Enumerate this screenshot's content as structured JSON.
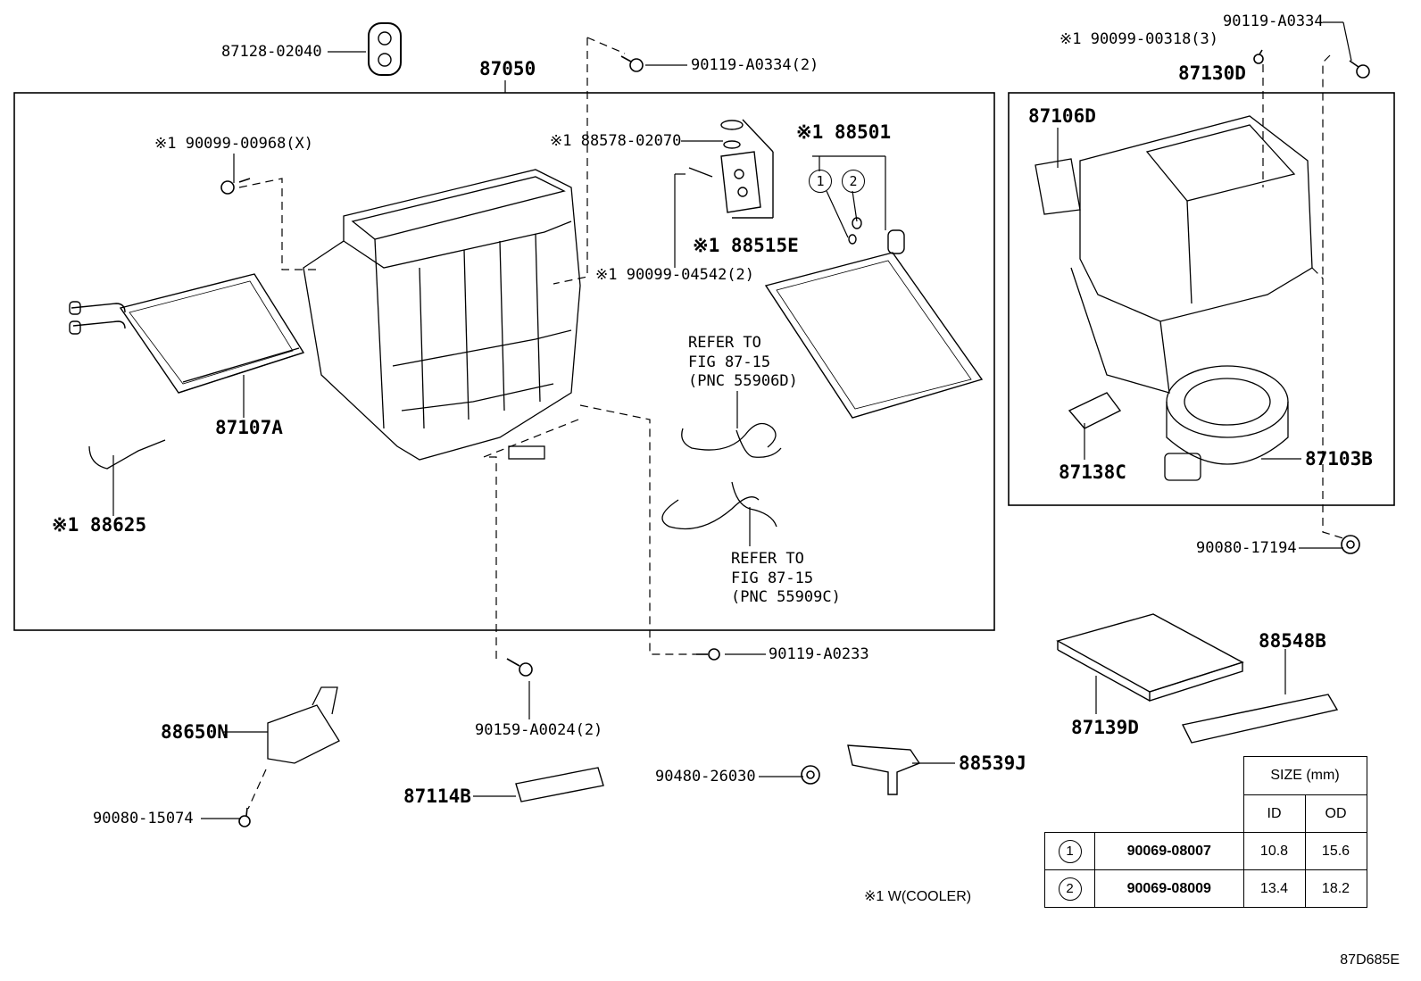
{
  "labels": {
    "top_seal": "87128-02040",
    "main_unit": "87050",
    "screw_top": "90119-A0334(2)",
    "screw_left_note": "※1 90099-00968(X)",
    "oring_note": "※1 88578-02070",
    "valve_note": "※1 88515E",
    "bolt_note": "※1 90099-04542(2)",
    "evap_note": "※1 88501",
    "heater_core": "87107A",
    "sensor_note": "※1 88625",
    "refer_a_1": "REFER TO",
    "refer_a_2": "FIG 87-15",
    "refer_a_3": "(PNC 55906D)",
    "refer_b_1": "REFER TO",
    "refer_b_2": "FIG 87-15",
    "refer_b_3": "(PNC 55909C)",
    "screw_bottom_right": "90119-A0233",
    "screw_bottom": "90159-A0024(2)",
    "servo": "88650N",
    "screw_servo": "90080-15074",
    "duct_small": "87114B",
    "grommet": "90480-26030",
    "pipe": "88539J",
    "rt_screw": "90119-A0334",
    "rt_note": "※1 90099-00318(3)",
    "blower_unit": "87130D",
    "damper": "87106D",
    "resistor": "87138C",
    "blower_motor": "87103B",
    "nut": "90080-17194",
    "filter": "87139D",
    "filter_cover": "88548B",
    "footnote": "※1 W(COOLER)",
    "diagram_code": "87D685E"
  },
  "circles": {
    "c1": "1",
    "c2": "2"
  },
  "size_table": {
    "header": "SIZE (mm)",
    "col_id": "ID",
    "col_od": "OD",
    "rows": [
      {
        "mark": "1",
        "part": "90069-08007",
        "id": "10.8",
        "od": "15.6"
      },
      {
        "mark": "2",
        "part": "90069-08009",
        "id": "13.4",
        "od": "18.2"
      }
    ]
  }
}
